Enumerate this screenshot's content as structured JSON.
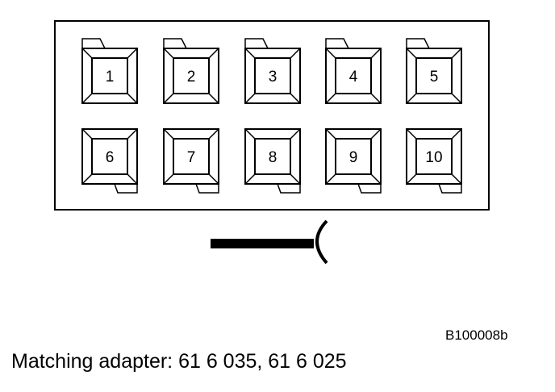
{
  "connector": {
    "pins": [
      "1",
      "2",
      "3",
      "4",
      "5",
      "6",
      "7",
      "8",
      "9",
      "10"
    ],
    "rows": [
      [
        "1",
        "2",
        "3",
        "4",
        "5"
      ],
      [
        "6",
        "7",
        "8",
        "9",
        "10"
      ]
    ]
  },
  "figure_code": "B100008b",
  "caption": "Matching adapter: 61 6 035, 61 6 025"
}
